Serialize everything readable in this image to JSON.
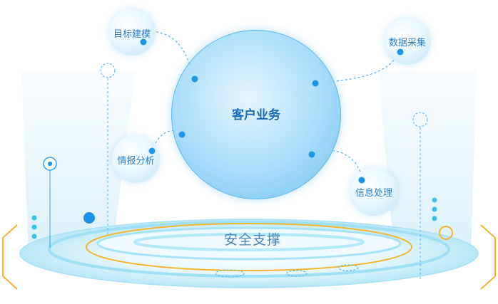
{
  "center": {
    "label": "客户业务"
  },
  "base": {
    "label": "安全支撑"
  },
  "modules": [
    {
      "label": "目标建模"
    },
    {
      "label": "数据采集"
    },
    {
      "label": "情报分析"
    },
    {
      "label": "信息处理"
    }
  ],
  "colors": {
    "core": "#6cc0f1",
    "dot": "#1e96e6",
    "text": "#2f7fc1",
    "gold_ring": "#f2b632",
    "cyan_ring": "#9fe0f7"
  }
}
